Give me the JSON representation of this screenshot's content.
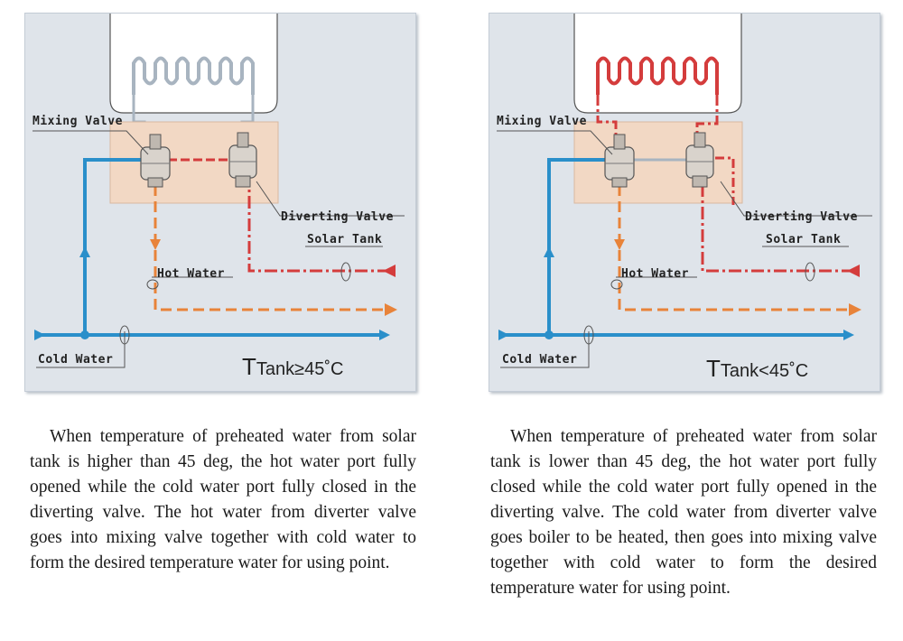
{
  "left": {
    "labels": {
      "mixing_valve": "Mixing Valve",
      "diverting_valve": "Diverting Valve",
      "solar_tank": "Solar Tank",
      "hot_water": "Hot Water",
      "cold_water": "Cold Water"
    },
    "condition_T": "T",
    "condition_rest": "Tank≥45˚C",
    "caption": "When temperature of preheated water from solar tank is higher than 45 deg, the hot water port fully opened while the cold water port fully closed in the diverting valve. The hot water from diverter valve goes  into mixing valve together with cold water to form the desired temperature water for using point."
  },
  "right": {
    "labels": {
      "mixing_valve": "Mixing Valve",
      "diverting_valve": "Diverting Valve",
      "solar_tank": "Solar Tank",
      "hot_water": "Hot Water",
      "cold_water": "Cold Water"
    },
    "condition_T": "T",
    "condition_rest": "Tank<45˚C",
    "caption": "When temperature of preheated water from solar tank is lower than 45 deg, the hot water port fully closed while the cold water port fully opened in the diverting valve. The cold water from diverter valve goes  boiler to be heated, then goes into mixing valve together with cold water to form the desired temperature water for using point."
  },
  "colors": {
    "cold": "#2a8fca",
    "hot": "#e8833a",
    "solar": "#d43c3c",
    "boiler_idle": "#a8b4c0",
    "valve_box": "#f2d8c4"
  }
}
